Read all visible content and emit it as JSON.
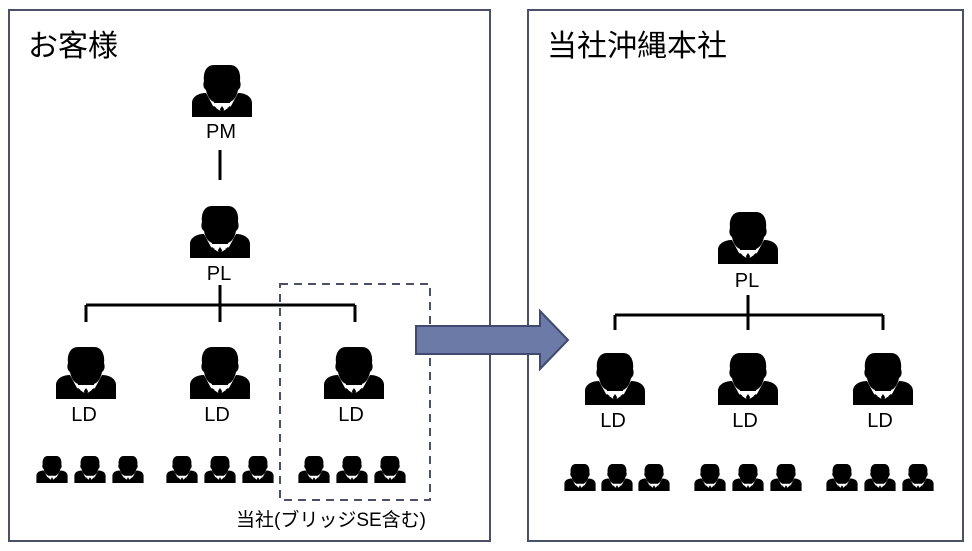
{
  "panels": {
    "left_title": "お客様",
    "right_title": "当社沖縄本社"
  },
  "left": {
    "pm_label": "PM",
    "pl_label": "PL",
    "ld_labels": [
      "LD",
      "LD",
      "LD"
    ],
    "bridge_caption": "当社(ブリッジSE含む)"
  },
  "right": {
    "pl_label": "PL",
    "ld_labels": [
      "LD",
      "LD",
      "LD"
    ]
  },
  "icons": {
    "person": "person-silhouette-icon",
    "arrow": "right-arrow-icon"
  },
  "colors": {
    "border": "#4b5069",
    "arrow_fill": "#6b7aa6",
    "arrow_stroke": "#3f4a6e",
    "dashed": "#4b5069"
  }
}
